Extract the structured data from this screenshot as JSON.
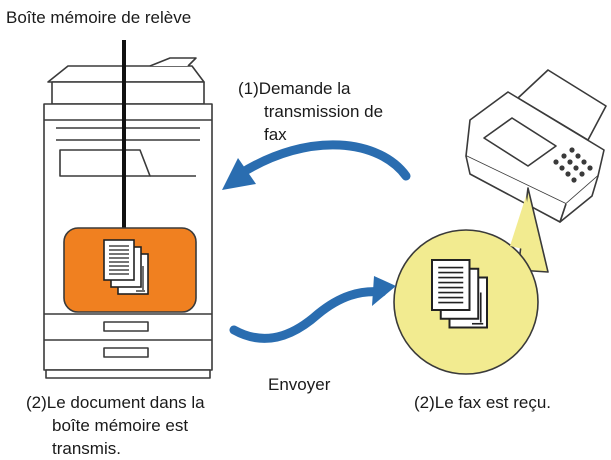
{
  "title": "Boîte mémoire de relève",
  "step1": {
    "num": "(1)",
    "lines": [
      "Demande la",
      "transmission de",
      "fax"
    ]
  },
  "send_label": "Envoyer",
  "step2_left": {
    "num": "(2)",
    "lines": [
      "Le document dans la",
      "boîte mémoire est",
      "transmis."
    ]
  },
  "step2_right": {
    "num": "(2)",
    "text": "Le fax est reçu."
  },
  "colors": {
    "arrow": "#2a6db0",
    "memory_box": "#f08020",
    "received_circle": "#f2eb90",
    "device_outline": "#3a3a3a"
  },
  "icons": {
    "source_device": "multifunction-printer-icon",
    "destination_device": "fax-machine-icon",
    "documents": "document-stack-icon"
  }
}
